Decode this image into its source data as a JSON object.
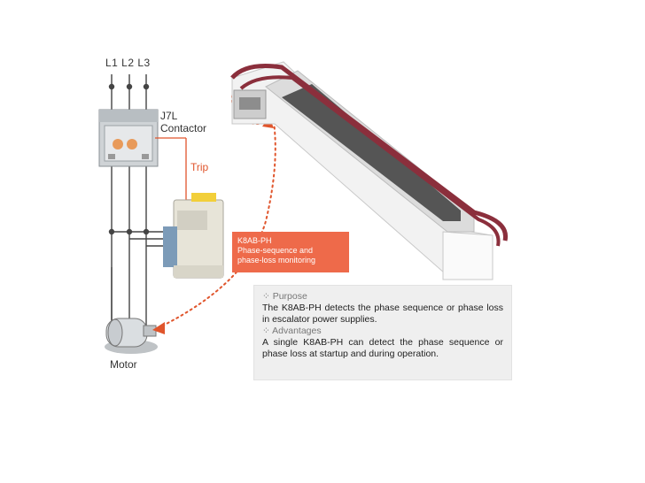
{
  "labels": {
    "lines": "L1 L2 L3",
    "contactor_line1": "J7L",
    "contactor_line2": "Contactor",
    "trip": "Trip",
    "motor": "Motor"
  },
  "callout": {
    "line1": "K8AB-PH",
    "line2": "Phase-sequence and",
    "line3": "phase-loss monitoring"
  },
  "info": {
    "purpose_head": "Purpose",
    "purpose_text": "The K8AB-PH detects the phase sequence or phase loss in escalator power supplies.",
    "advantages_head": "Advantages",
    "advantages_text": "A single K8AB-PH can detect the phase sequence or phase loss at startup and during operation."
  },
  "colors": {
    "accent": "#ee6a4a",
    "trip": "#e0552c",
    "dotted": "#e0552c",
    "handrail": "#8b2f3c"
  },
  "icons": {
    "bullet": "diamond-dots-icon"
  }
}
